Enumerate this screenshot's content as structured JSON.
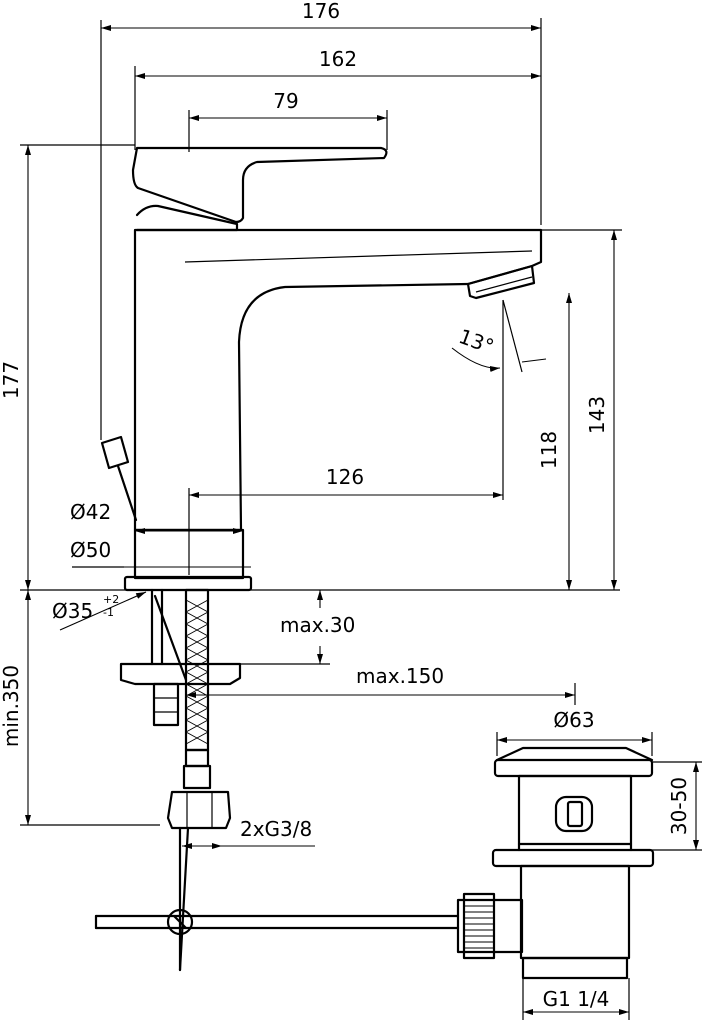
{
  "dimensions": {
    "overall_width": "176",
    "spout_width": "162",
    "lever_length": "79",
    "height_total": "177",
    "height_outlet_top": "143",
    "height_outlet": "118",
    "projection": "126",
    "spray_angle": "13°",
    "base_diameter_42": "Ø42",
    "base_diameter_50": "Ø50",
    "hole_diameter": "Ø35",
    "hole_tol_plus": "+2",
    "hole_tol_minus": "-1",
    "max_deck": "max.30",
    "max_hose": "max.150",
    "min_length": "min.350",
    "connection": "2xG3/8",
    "waste_diameter": "Ø63",
    "waste_range": "30-50",
    "waste_thread": "G1 1/4"
  },
  "colors": {
    "line": "#000000",
    "background": "#ffffff"
  }
}
